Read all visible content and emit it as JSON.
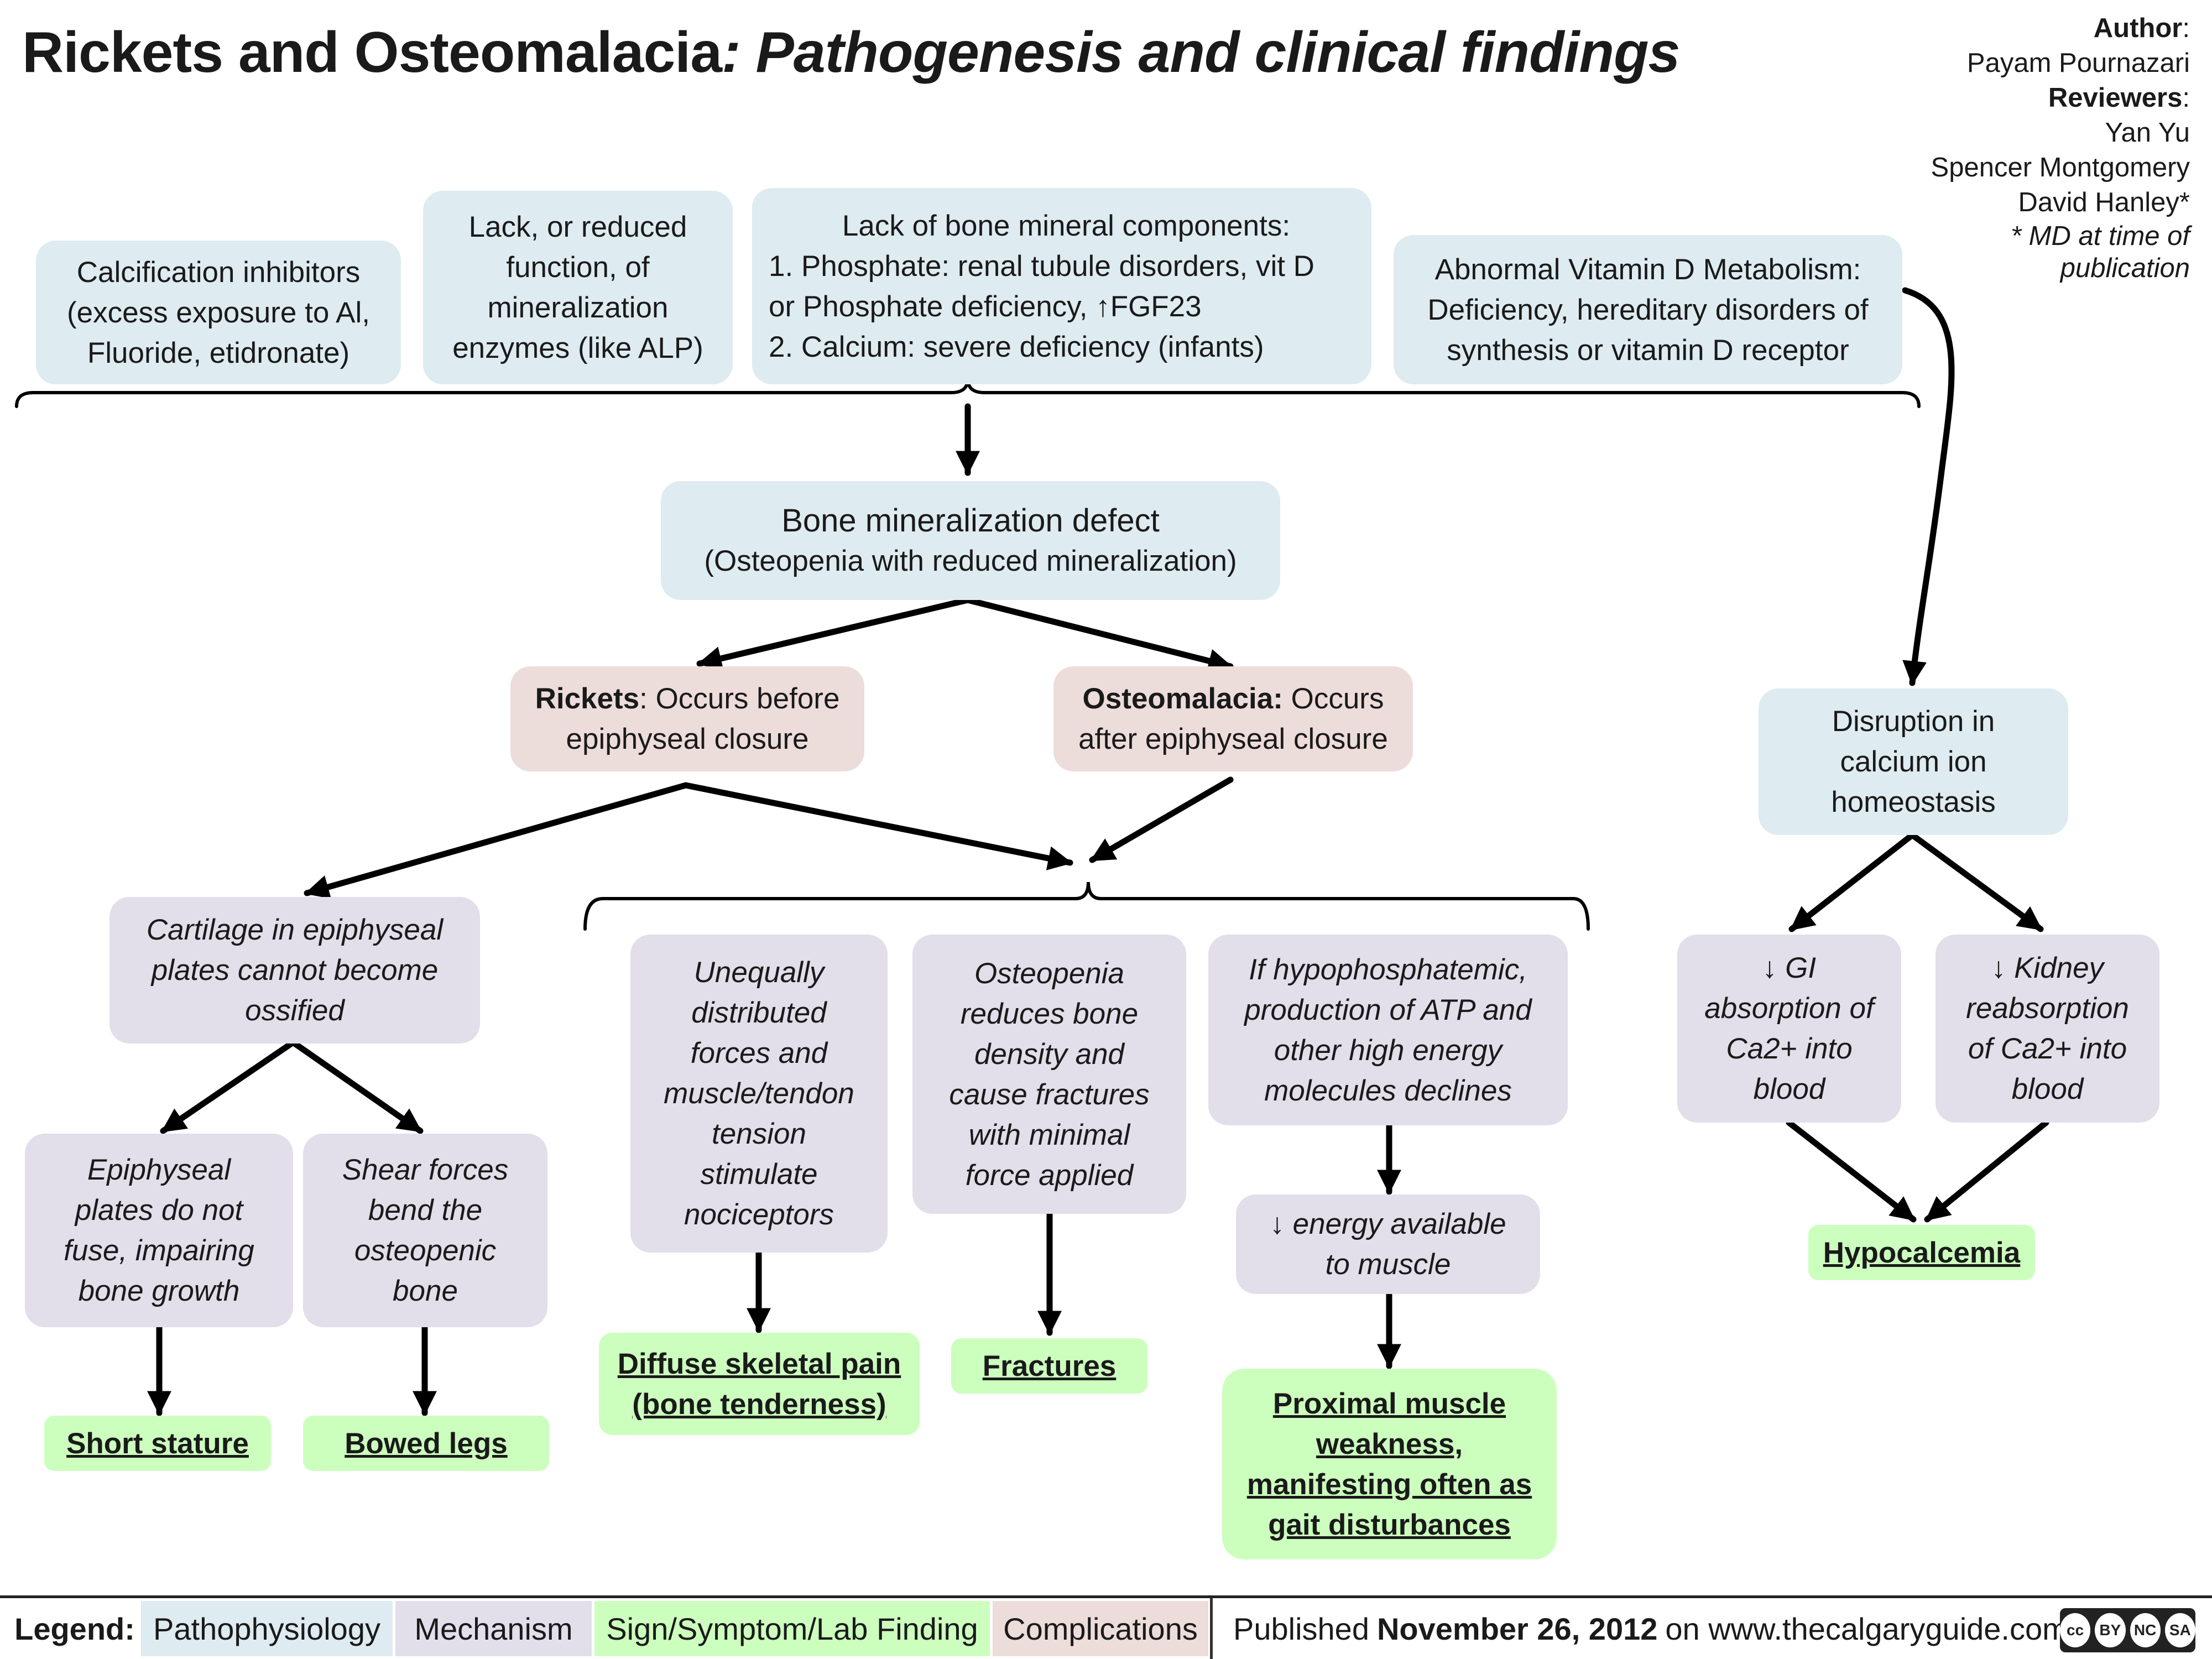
{
  "title": {
    "main": "Rickets and Osteomalacia",
    "italic": ": Pathogenesis and clinical findings"
  },
  "credits": {
    "author_label": "Author",
    "author": "Payam Pournazari",
    "reviewers_label": "Reviewers",
    "reviewers": [
      "Yan Yu",
      "Spencer Montgomery",
      "David Hanley*"
    ],
    "note": "* MD at time of publication"
  },
  "causes": {
    "calcification": [
      "Calcification inhibitors",
      "(excess exposure to Al,",
      "Fluoride, etidronate)"
    ],
    "enzymes": [
      "Lack, or reduced",
      "function, of",
      "mineralization",
      "enzymes (like ALP)"
    ],
    "minerals": [
      "Lack of bone mineral components:",
      "1. Phosphate: renal tubule disorders, vit D",
      "or Phosphate deficiency, ↑FGF23",
      "2. Calcium: severe deficiency (infants)"
    ],
    "vitd": [
      "Abnormal Vitamin D  Metabolism:",
      "Deficiency, hereditary disorders of",
      "synthesis or vitamin D receptor"
    ]
  },
  "defect": {
    "line1": "Bone mineralization defect",
    "line2": "(Osteopenia with reduced mineralization)"
  },
  "rickets": {
    "bold": "Rickets",
    "rest1": ": Occurs before",
    "rest2": "epiphyseal closure"
  },
  "osteomalacia": {
    "bold": "Osteomalacia:",
    "rest1": " Occurs",
    "rest2": "after epiphyseal closure"
  },
  "mechanisms": {
    "cartilage": [
      "Cartilage in epiphyseal",
      "plates cannot become",
      "ossified"
    ],
    "plates": [
      "Epiphyseal",
      "plates do not",
      "fuse, impairing",
      "bone growth"
    ],
    "shear": [
      "Shear forces",
      "bend the",
      "osteopenic",
      "bone"
    ],
    "forces": [
      "Unequally",
      "distributed",
      "forces and",
      "muscle/tendon",
      "tension",
      "stimulate",
      "nociceptors"
    ],
    "osteopenia": [
      "Osteopenia",
      "reduces bone",
      "density and",
      "cause fractures",
      "with minimal",
      "force applied"
    ],
    "atp": [
      "If hypophosphatemic,",
      "production of ATP and",
      "other high energy",
      "molecules declines"
    ],
    "energy": [
      "↓ energy available",
      "to muscle"
    ],
    "gi": [
      "↓ GI",
      "absorption of",
      "Ca2+ into",
      "blood"
    ],
    "kidney": [
      "↓ Kidney",
      "reabsorption",
      "of Ca2+ into",
      "blood"
    ]
  },
  "disruption": [
    "Disruption in",
    "calcium ion",
    "homeostasis"
  ],
  "signs": {
    "short_stature": "Short stature",
    "bowed_legs": "Bowed legs",
    "pain": [
      "Diffuse skeletal pain",
      "(bone tenderness)"
    ],
    "fractures": "Fractures",
    "weakness": [
      "Proximal muscle",
      "weakness,",
      "manifesting often as",
      "gait disturbances"
    ],
    "hypocalcemia": "Hypocalcemia"
  },
  "legend": {
    "label": "Legend:",
    "items": [
      "Pathophysiology",
      "Mechanism",
      "Sign/Symptom/Lab Finding",
      "Complications"
    ],
    "colors": {
      "pathophysiology": "#deebf1",
      "mechanism": "#e2deea",
      "sign": "#ccffbe",
      "complications": "#ecdcda"
    }
  },
  "published": {
    "prefix": "Published ",
    "date": "November 26, 2012",
    "suffix": " on www.thecalgaryguide.com"
  },
  "license": {
    "cc": "cc",
    "by": "BY",
    "nc": "NC",
    "sa": "SA"
  }
}
